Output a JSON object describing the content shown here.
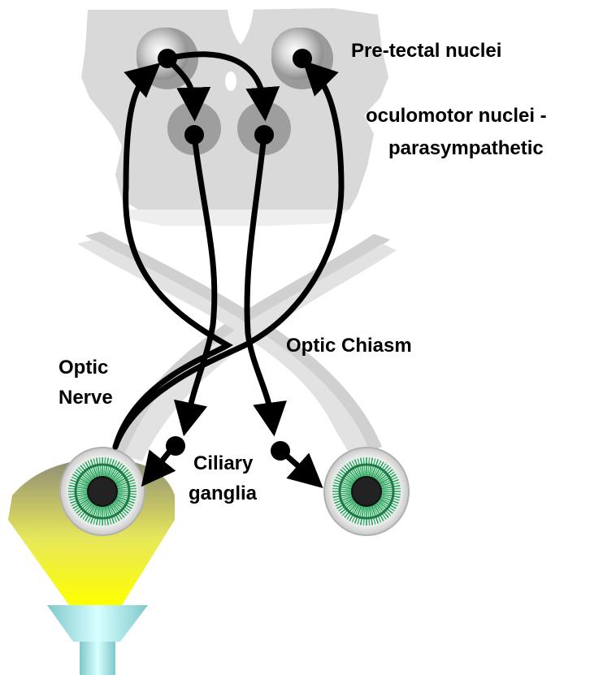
{
  "labels": {
    "pretectal": "Pre-tectal nuclei",
    "oculomotor_line1": "oculomotor nuclei -",
    "oculomotor_line2": "parasympathetic",
    "optic_chiasm": "Optic Chiasm",
    "optic_line1": "Optic",
    "optic_line2": "Nerve",
    "ciliary_line1": "Ciliary",
    "ciliary_line2": "ganglia"
  },
  "colors": {
    "brainstem": "#d9d9d9",
    "nucleus": "#9a9a9a",
    "nerve_tract": "#dadada",
    "pathway": "#000000",
    "light_beam": "#ffff00",
    "iris": "#3cb870",
    "pupil": "#222222",
    "lamp": "#b6f0f0"
  }
}
